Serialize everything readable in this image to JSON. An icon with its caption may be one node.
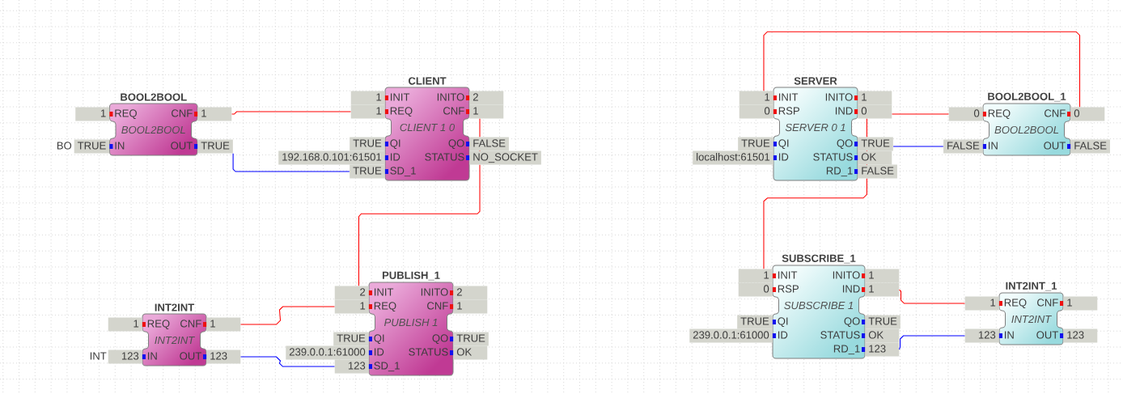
{
  "diagram": {
    "nodes": [
      {
        "text": [
          "BOOL2BOOL",
          "REQ",
          "CNF",
          "BOOL2BOOL",
          "IN",
          "OUT"
        ]
      },
      {
        "text": [
          "1"
        ]
      },
      {
        "text": [
          "1"
        ]
      },
      {
        "text": [
          "TRUE"
        ]
      },
      {
        "text": [
          "TRUE"
        ]
      },
      {
        "text": [
          "CLIENT",
          "INIT",
          "INITO",
          "REQ",
          "CNF",
          "CLIENT 1 0",
          "QI",
          "QO",
          "ID",
          "STATUS",
          "SD_1"
        ]
      },
      {
        "text": [
          "1"
        ]
      },
      {
        "text": [
          "2"
        ]
      },
      {
        "text": [
          "1"
        ]
      },
      {
        "text": [
          "1"
        ]
      },
      {
        "text": [
          "TRUE"
        ]
      },
      {
        "text": [
          "FALSE"
        ]
      },
      {
        "text": [
          "192.168.0.101:61501"
        ]
      },
      {
        "text": [
          "NO_SOCKET"
        ]
      },
      {
        "text": [
          "TRUE"
        ]
      },
      {
        "text": [
          "SERVER",
          "INIT",
          "INITO",
          "RSP",
          "IND",
          "SERVER 0 1",
          "QI",
          "QO",
          "ID",
          "STATUS",
          "RD_1"
        ]
      },
      {
        "text": [
          "1"
        ]
      },
      {
        "text": [
          "1"
        ]
      },
      {
        "text": [
          "0"
        ]
      },
      {
        "text": [
          "0"
        ]
      },
      {
        "text": [
          "TRUE"
        ]
      },
      {
        "text": [
          "TRUE"
        ]
      },
      {
        "text": [
          "localhost:61501"
        ]
      },
      {
        "text": [
          "OK"
        ]
      },
      {
        "text": [
          "FALSE"
        ]
      },
      {
        "text": [
          "BOOL2BOOL_1",
          "REQ",
          "CNF",
          "BOOL2BOOL",
          "IN",
          "OUT"
        ]
      },
      {
        "text": [
          "0"
        ]
      },
      {
        "text": [
          "0"
        ]
      },
      {
        "text": [
          "FALSE"
        ]
      },
      {
        "text": [
          "FALSE"
        ]
      },
      {
        "text": [
          "INT2INT",
          "REQ",
          "CNF",
          "INT2INT",
          "IN",
          "OUT"
        ]
      },
      {
        "text": [
          "1"
        ]
      },
      {
        "text": [
          "1"
        ]
      },
      {
        "text": [
          "123"
        ]
      },
      {
        "text": [
          "123"
        ]
      },
      {
        "text": [
          "PUBLISH_1",
          "INIT",
          "INITO",
          "REQ",
          "CNF",
          "PUBLISH 1",
          "QI",
          "QO",
          "ID",
          "STATUS",
          "SD_1"
        ]
      },
      {
        "text": [
          "2"
        ]
      },
      {
        "text": [
          "2"
        ]
      },
      {
        "text": [
          "1"
        ]
      },
      {
        "text": [
          "1"
        ]
      },
      {
        "text": [
          "TRUE"
        ]
      },
      {
        "text": [
          "TRUE"
        ]
      },
      {
        "text": [
          "239.0.0.1:61000"
        ]
      },
      {
        "text": [
          "OK"
        ]
      },
      {
        "text": [
          "123"
        ]
      },
      {
        "text": [
          "SUBSCRIBE_1",
          "INIT",
          "INITO",
          "RSP",
          "IND",
          "SUBSCRIBE 1",
          "QI",
          "QO",
          "ID",
          "STATUS",
          "RD_1"
        ]
      },
      {
        "text": [
          "1"
        ]
      },
      {
        "text": [
          "1"
        ]
      },
      {
        "text": [
          "0"
        ]
      },
      {
        "text": [
          "1"
        ]
      },
      {
        "text": [
          "TRUE"
        ]
      },
      {
        "text": [
          "TRUE"
        ]
      },
      {
        "text": [
          "239.0.0.1:61000"
        ]
      },
      {
        "text": [
          "OK"
        ]
      },
      {
        "text": [
          "123"
        ]
      },
      {
        "text": [
          "INT2INT_1",
          "REQ",
          "CNF",
          "INT2INT",
          "IN",
          "OUT"
        ]
      },
      {
        "text": [
          "1"
        ]
      },
      {
        "text": [
          "1"
        ]
      },
      {
        "text": [
          "123"
        ]
      },
      {
        "text": [
          "123"
        ]
      }
    ],
    "edges": [
      {
        "from": 2,
        "to": 8,
        "arrow": "none"
      },
      {
        "from": 4,
        "to": 14,
        "arrow": "none",
        "color": "#0000ff"
      },
      {
        "from": 9,
        "to": 36,
        "arrow": "none"
      },
      {
        "from": 32,
        "to": 38,
        "arrow": "none"
      },
      {
        "from": 34,
        "to": 44,
        "arrow": "none",
        "color": "#0000ff"
      },
      {
        "from": 27,
        "to": 16,
        "arrow": "none"
      },
      {
        "from": 19,
        "to": 26,
        "arrow": "none"
      },
      {
        "from": 21,
        "to": 28,
        "arrow": "none",
        "color": "#0000ff"
      },
      {
        "from": 19,
        "to": 46,
        "arrow": "none"
      },
      {
        "from": 49,
        "to": 56,
        "arrow": "none"
      },
      {
        "from": 54,
        "to": 58,
        "arrow": "none",
        "color": "#0000ff"
      }
    ],
    "labels": [
      "BO",
      "INT"
    ]
  }
}
